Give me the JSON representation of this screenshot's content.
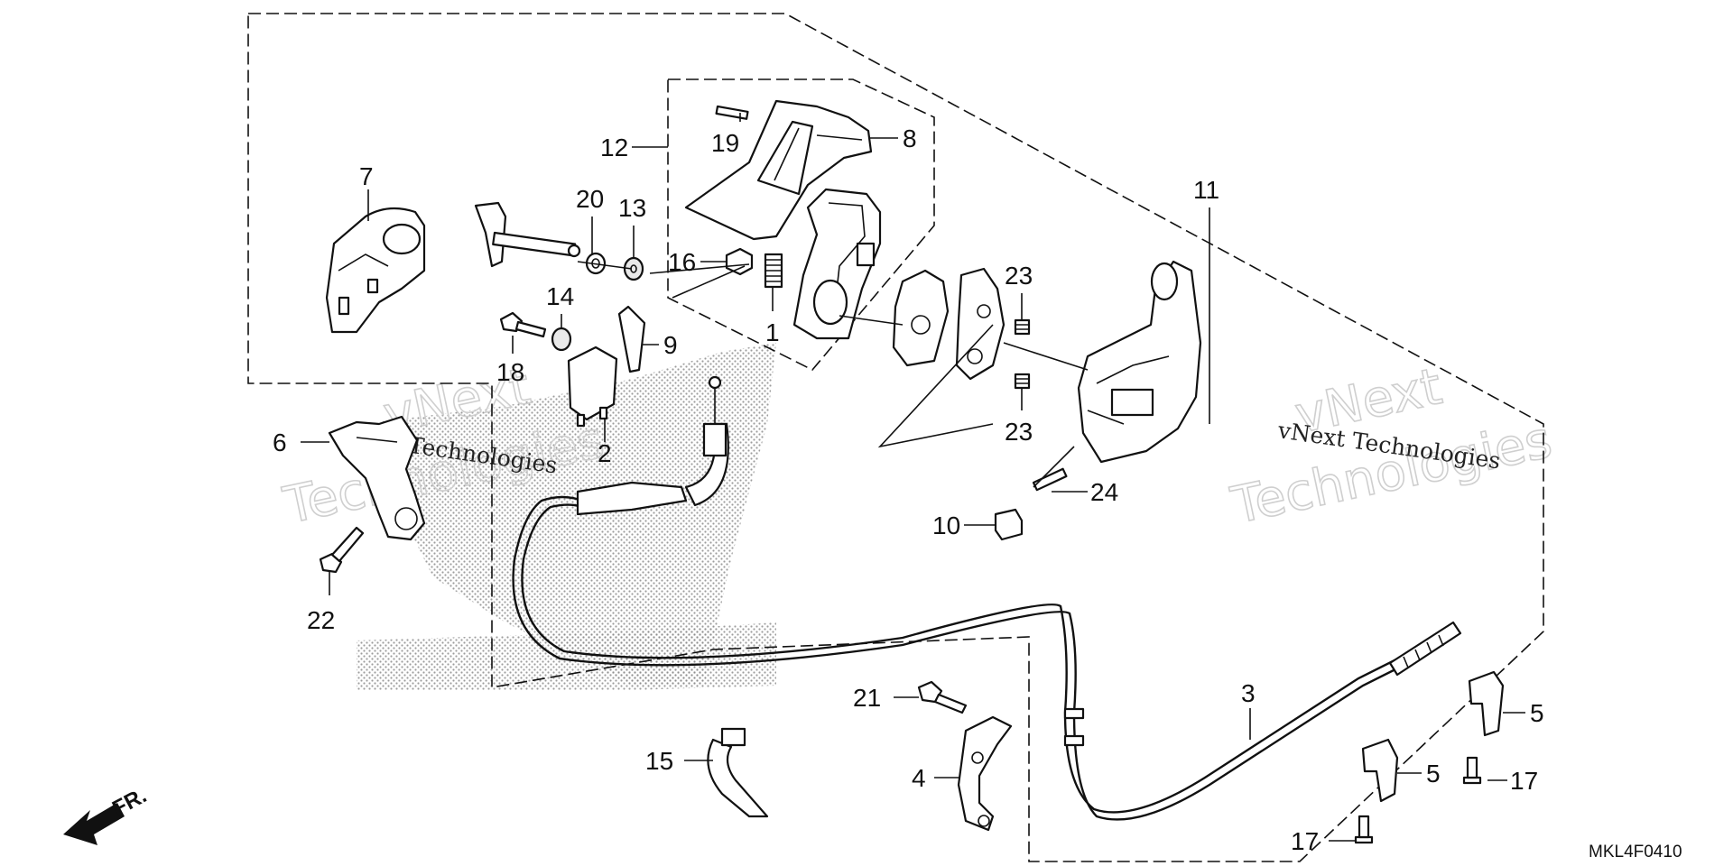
{
  "diagram": {
    "code": "MKL4F0410",
    "front_marker": "FR.",
    "watermark": {
      "small_text": "vNext Technologies",
      "big_line1": "vNext",
      "big_line2": "Technologies"
    },
    "callouts": [
      {
        "num": "1"
      },
      {
        "num": "2"
      },
      {
        "num": "3"
      },
      {
        "num": "4"
      },
      {
        "num": "5"
      },
      {
        "num": "5"
      },
      {
        "num": "6"
      },
      {
        "num": "7"
      },
      {
        "num": "8"
      },
      {
        "num": "9"
      },
      {
        "num": "10"
      },
      {
        "num": "11"
      },
      {
        "num": "12"
      },
      {
        "num": "13"
      },
      {
        "num": "14"
      },
      {
        "num": "15"
      },
      {
        "num": "16"
      },
      {
        "num": "17"
      },
      {
        "num": "17"
      },
      {
        "num": "18"
      },
      {
        "num": "19"
      },
      {
        "num": "20"
      },
      {
        "num": "21"
      },
      {
        "num": "22"
      },
      {
        "num": "23"
      },
      {
        "num": "23"
      },
      {
        "num": "24"
      }
    ]
  },
  "colors": {
    "line": "#111111",
    "watermark": "#cfcfcf",
    "stipple": "#9a9a9a"
  }
}
